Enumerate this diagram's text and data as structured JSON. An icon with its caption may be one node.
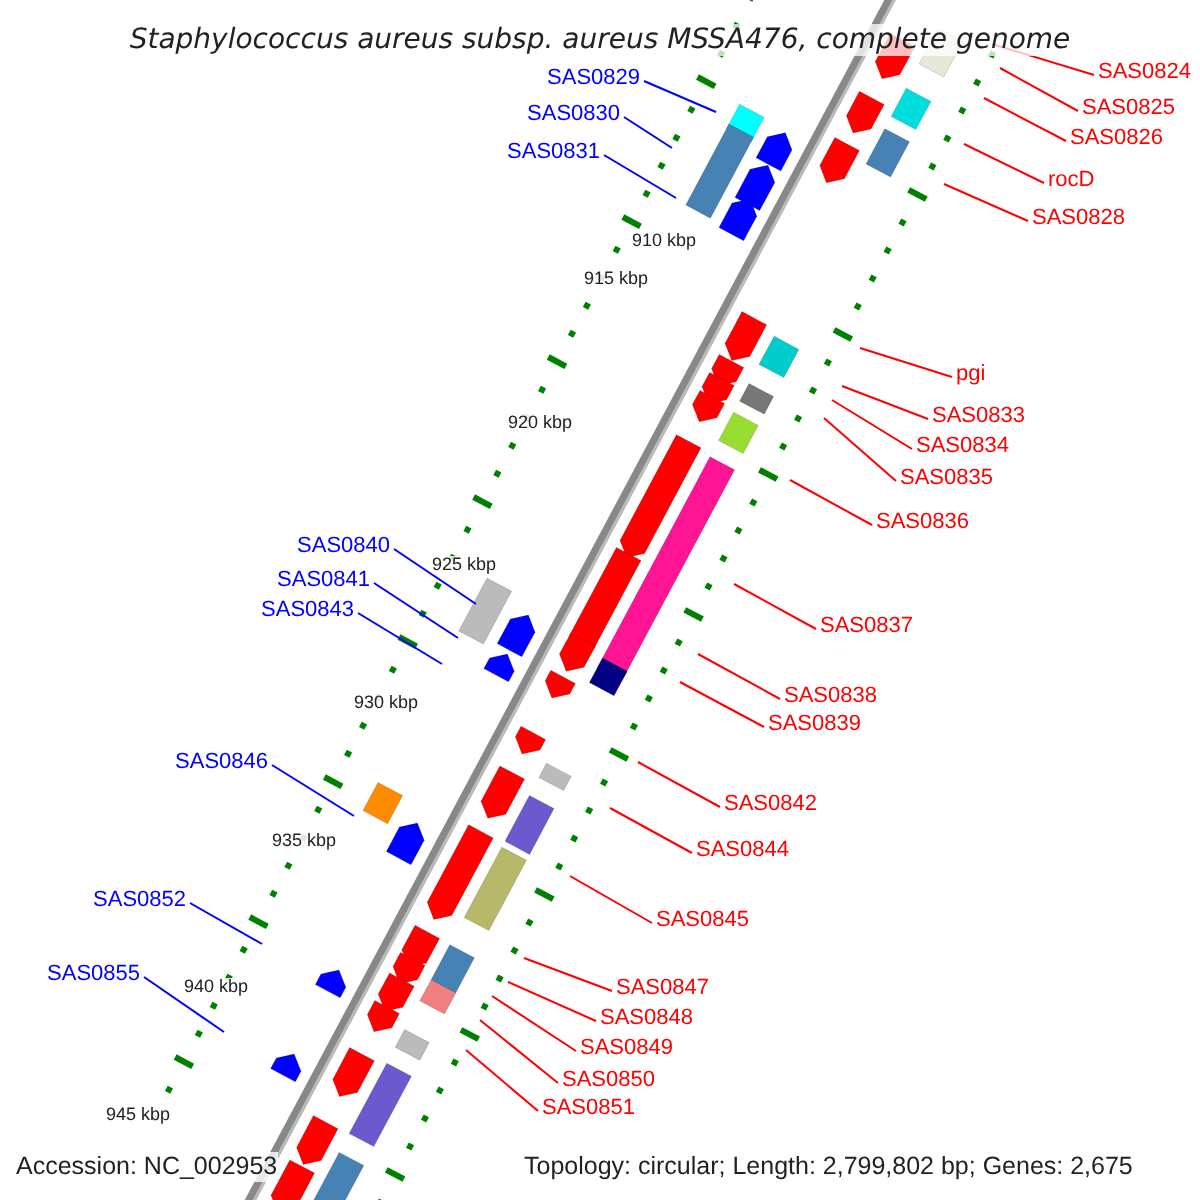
{
  "diagram": {
    "title": "Staphylococcus aureus subsp. aureus MSSA476, complete genome",
    "nodes": [
      {
        "text": [
          "SAS0824"
        ]
      },
      {
        "text": [
          "SAS0829"
        ]
      },
      {
        "text": [
          "SAS0825"
        ]
      },
      {
        "text": [
          "SAS0830"
        ]
      },
      {
        "text": [
          "SAS0826"
        ]
      },
      {
        "text": [
          "SAS0831"
        ]
      },
      {
        "text": [
          "rocD"
        ]
      },
      {
        "text": [
          "SAS0828"
        ]
      },
      {
        "text": [
          "pgi"
        ]
      },
      {
        "text": [
          "SAS0833"
        ]
      },
      {
        "text": [
          "SAS0834"
        ]
      },
      {
        "text": [
          "SAS0835"
        ]
      },
      {
        "text": [
          "SAS0836"
        ]
      },
      {
        "text": [
          "SAS0840"
        ]
      },
      {
        "text": [
          "SAS0841"
        ]
      },
      {
        "text": [
          "SAS0843"
        ]
      },
      {
        "text": [
          "SAS0837"
        ]
      },
      {
        "text": [
          "SAS0838"
        ]
      },
      {
        "text": [
          "SAS0839"
        ]
      },
      {
        "text": [
          "SAS0846"
        ]
      },
      {
        "text": [
          "SAS0842"
        ]
      },
      {
        "text": [
          "SAS0844"
        ]
      },
      {
        "text": [
          "SAS0852"
        ]
      },
      {
        "text": [
          "SAS0845"
        ]
      },
      {
        "text": [
          "SAS0855"
        ]
      },
      {
        "text": [
          "SAS0847"
        ]
      },
      {
        "text": [
          "SAS0848"
        ]
      },
      {
        "text": [
          "SAS0849"
        ]
      },
      {
        "text": [
          "SAS0850"
        ]
      },
      {
        "text": [
          "SAS0851"
        ]
      }
    ],
    "edges": [
      {
        "from": 0,
        "to": null,
        "arrow": "none"
      },
      {
        "from": 1,
        "to": null,
        "arrow": "none",
        "color": "#0000ff"
      },
      {
        "from": 2,
        "to": null,
        "arrow": "none"
      },
      {
        "from": 3,
        "to": null,
        "arrow": "none",
        "color": "#0000ff"
      },
      {
        "from": 4,
        "to": null,
        "arrow": "none"
      },
      {
        "from": 5,
        "to": null,
        "arrow": "none",
        "color": "#0000ff"
      },
      {
        "from": 6,
        "to": null,
        "arrow": "none"
      },
      {
        "from": 7,
        "to": null,
        "arrow": "none"
      },
      {
        "from": 8,
        "to": null,
        "arrow": "none"
      },
      {
        "from": 9,
        "to": null,
        "arrow": "none"
      },
      {
        "from": 10,
        "to": null,
        "arrow": "none"
      },
      {
        "from": 11,
        "to": null,
        "arrow": "none"
      },
      {
        "from": 12,
        "to": null,
        "arrow": "none"
      },
      {
        "from": 13,
        "to": null,
        "arrow": "none",
        "color": "#0000ff"
      },
      {
        "from": 14,
        "to": null,
        "arrow": "none",
        "color": "#0000ff"
      },
      {
        "from": 15,
        "to": null,
        "arrow": "none",
        "color": "#0000ff"
      },
      {
        "from": 16,
        "to": null,
        "arrow": "none"
      },
      {
        "from": 17,
        "to": null,
        "arrow": "none"
      },
      {
        "from": 18,
        "to": null,
        "arrow": "none"
      },
      {
        "from": 19,
        "to": null,
        "arrow": "none",
        "color": "#0000ff"
      },
      {
        "from": 20,
        "to": null,
        "arrow": "none"
      },
      {
        "from": 21,
        "to": null,
        "arrow": "none"
      },
      {
        "from": 22,
        "to": null,
        "arrow": "none",
        "color": "#0000ff"
      },
      {
        "from": 23,
        "to": null,
        "arrow": "none"
      },
      {
        "from": 24,
        "to": null,
        "arrow": "none",
        "color": "#0000ff"
      },
      {
        "from": 25,
        "to": null,
        "arrow": "none"
      },
      {
        "from": 26,
        "to": null,
        "arrow": "none"
      },
      {
        "from": 27,
        "to": null,
        "arrow": "none"
      },
      {
        "from": 28,
        "to": null,
        "arrow": "none"
      },
      {
        "from": 29,
        "to": null,
        "arrow": "none"
      }
    ],
    "labels": [
      "910 kbp",
      "915 kbp",
      "920 kbp",
      "925 kbp",
      "930 kbp",
      "935 kbp",
      "940 kbp",
      "945 kbp",
      "Accession: NC_002953",
      "Topology: circular; Length: 2,799,802 bp; Genes: 2,675"
    ]
  }
}
